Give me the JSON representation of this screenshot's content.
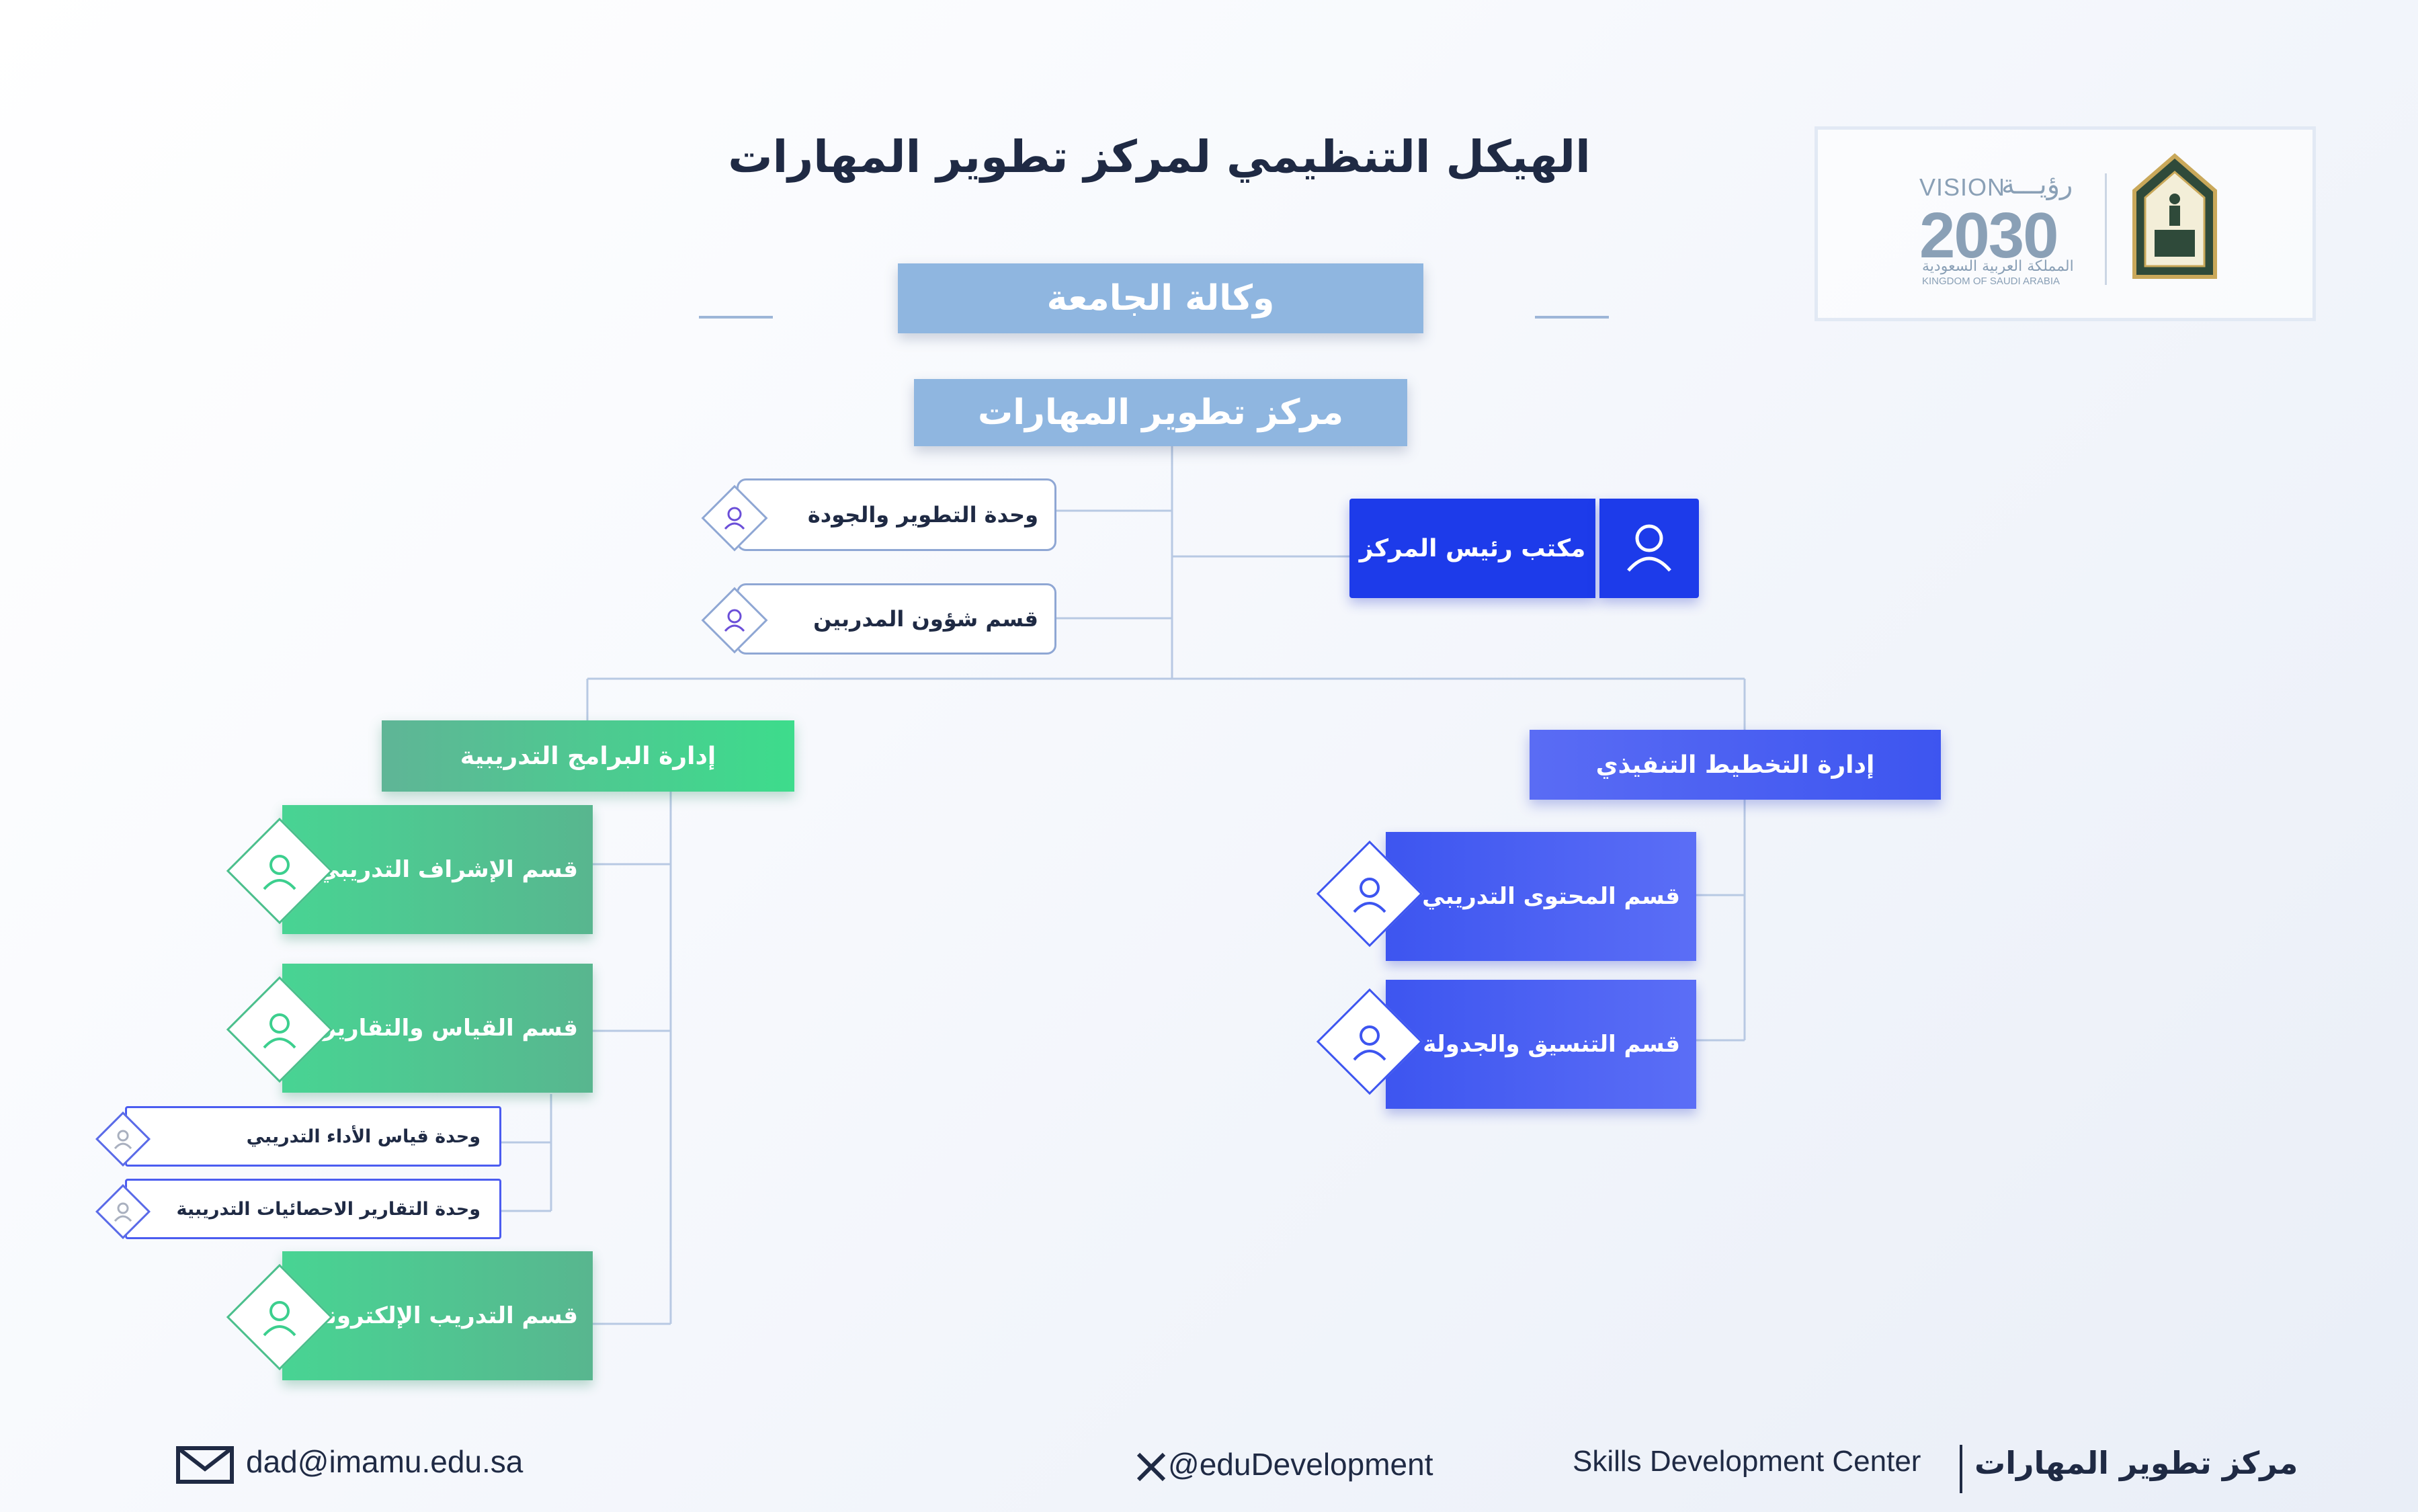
{
  "title": "الهيكل التنظيمي لمركز تطوير المهارات",
  "agency": "وكالة الجامعة",
  "center": "مركز تطوير المهارات",
  "head_office": "مكتب رئيس المركز",
  "units_top": [
    {
      "label": "وحدة التطوير والجودة"
    },
    {
      "label": "قسم شؤون المدربين"
    }
  ],
  "dept_green": {
    "label": "إدارة البرامج التدريبية",
    "sections": [
      {
        "label": "قسم الإشراف  التدريبي"
      },
      {
        "label": "قسم القياس والتقارير"
      },
      {
        "label": "قسم التدريب الإلكتروني"
      }
    ],
    "sub_units": [
      {
        "label": "وحدة قياس الأداء التدريبي"
      },
      {
        "label": "وحدة التقارير الاحصائيات التدريبية"
      }
    ]
  },
  "dept_blue": {
    "label": "إدارة التخطيط التنفيذي",
    "sections": [
      {
        "label": "قسم المحتوى التدريبي"
      },
      {
        "label": "قسم التنسيق والجدولة"
      }
    ]
  },
  "logo": {
    "vision_word": "VISION",
    "vision_ar": "رؤيـــة",
    "vision_year": "2030",
    "kingdom_ar": "المملكة العربية السعودية",
    "kingdom_en": "KINGDOM OF SAUDI ARABIA"
  },
  "footer": {
    "email": "dad@imamu.edu.sa",
    "twitter": "@eduDevelopment",
    "center_en": "Skills Development Center",
    "center_ar": "مركز تطوير المهارات"
  },
  "colors": {
    "green": "#3ddc8c",
    "blue": "#3d55f0",
    "light_blue": "#8fb6e0",
    "dark_text": "#1f2a44"
  },
  "icons": [
    "user-icon",
    "mail-icon",
    "x-logo-icon",
    "university-logo-icon"
  ]
}
